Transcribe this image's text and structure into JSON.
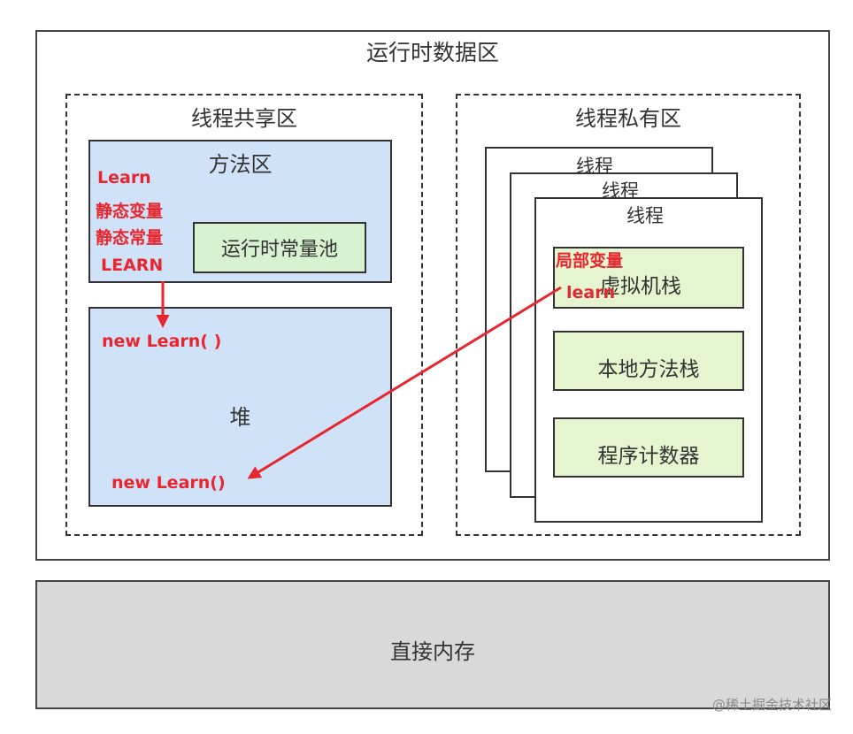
{
  "runtime_area": {
    "title": "运行时数据区"
  },
  "shared_area": {
    "title": "线程共享区",
    "method_area": {
      "title": "方法区",
      "constant_pool": "运行时常量池",
      "annotations": [
        "Learn",
        "静态变量",
        "静态常量",
        "LEARN"
      ]
    },
    "heap": {
      "title": "堆",
      "annotation_top": "new Learn( )",
      "annotation_bottom": "new Learn()"
    }
  },
  "private_area": {
    "title": "线程私有区",
    "thread_labels": [
      "线程",
      "线程",
      "线程"
    ],
    "vm_stack": "虚拟机栈",
    "vm_stack_annotations": [
      "局部变量",
      "learn"
    ],
    "native_stack": "本地方法栈",
    "program_counter": "程序计数器"
  },
  "direct_memory": {
    "title": "直接内存"
  },
  "watermark": "@稀土掘金技术社区",
  "colors": {
    "annotation_red": "#e8262f",
    "method_heap_blue": "#cfe2f7",
    "pool_green": "#d6f2d0",
    "thread_box_green": "#e4f5cf",
    "direct_memory_gray": "#d9d9d9"
  }
}
